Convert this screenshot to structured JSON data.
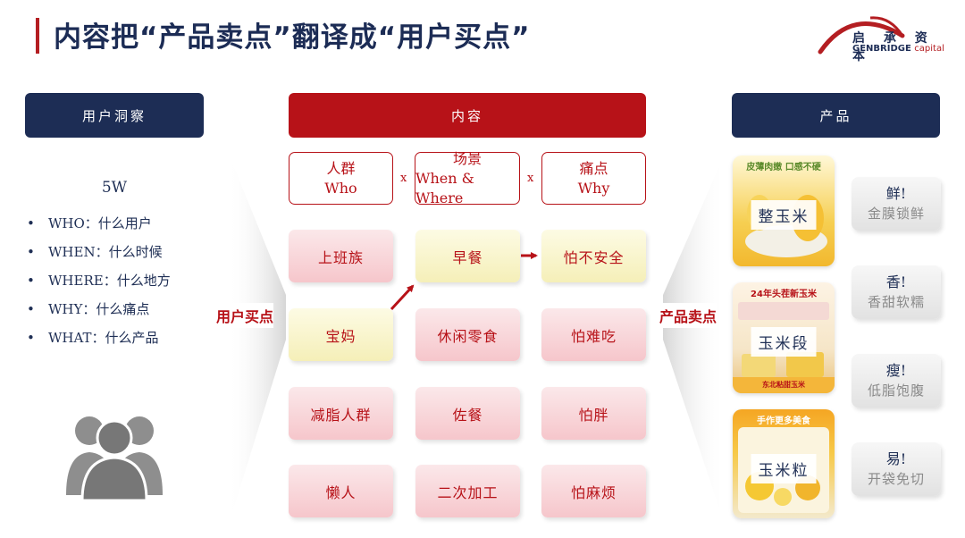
{
  "title": "内容把“产品卖点”翻译成“用户买点”",
  "logo": {
    "cn": "启 承 资 本",
    "en_main": "GENBRIDGE",
    "en_sub": "capital"
  },
  "headers": {
    "left": "用户洞察",
    "middle": "内容",
    "right": "产品"
  },
  "insight": {
    "title": "5W",
    "items": [
      {
        "key": "WHO",
        "text": "WHO：什么用户"
      },
      {
        "key": "WHEN",
        "text": "WHEN：什么时候"
      },
      {
        "key": "WHERE",
        "text": "WHERE：什么地方"
      },
      {
        "key": "WHY",
        "text": "WHY：什么痛点"
      },
      {
        "key": "WHAT",
        "text": "WHAT：什么产品"
      }
    ],
    "bullet": "•"
  },
  "side_labels": {
    "left": "用户买点",
    "right": "产品卖点"
  },
  "dimensions": [
    {
      "cn": "人群",
      "en": "Who"
    },
    {
      "cn": "场景",
      "en": "When & Where"
    },
    {
      "cn": "痛点",
      "en": "Why"
    }
  ],
  "dim_separator": "x",
  "grid": {
    "rows": [
      [
        {
          "text": "上班族",
          "tone": "pink"
        },
        {
          "text": "早餐",
          "tone": "yellow"
        },
        {
          "text": "怕不安全",
          "tone": "yellow"
        }
      ],
      [
        {
          "text": "宝妈",
          "tone": "yellow"
        },
        {
          "text": "休闲零食",
          "tone": "pink"
        },
        {
          "text": "怕难吃",
          "tone": "pink"
        }
      ],
      [
        {
          "text": "减脂人群",
          "tone": "pink"
        },
        {
          "text": "佐餐",
          "tone": "pink"
        },
        {
          "text": "怕胖",
          "tone": "pink"
        }
      ],
      [
        {
          "text": "懒人",
          "tone": "pink"
        },
        {
          "text": "二次加工",
          "tone": "pink"
        },
        {
          "text": "怕麻烦",
          "tone": "pink"
        }
      ]
    ]
  },
  "products": [
    {
      "name": "整玉米",
      "banner": "皮薄肉嫩 口感不硬",
      "caption": ""
    },
    {
      "name": "玉米段",
      "banner": "24年头茬新玉米",
      "caption": "东北粘甜玉米"
    },
    {
      "name": "玉米粒",
      "banner": "手作更多美食",
      "caption": ""
    }
  ],
  "features": [
    {
      "main": "鲜!",
      "sub": "金膜锁鲜"
    },
    {
      "main": "香!",
      "sub": "香甜软糯"
    },
    {
      "main": "瘦!",
      "sub": "低脂饱腹"
    },
    {
      "main": "易!",
      "sub": "开袋免切"
    }
  ],
  "colors": {
    "navy": "#1d2d55",
    "red": "#b71218",
    "pink": "#f6c6cb",
    "yellow": "#f5efb8",
    "grey": "#e2e2e2"
  }
}
